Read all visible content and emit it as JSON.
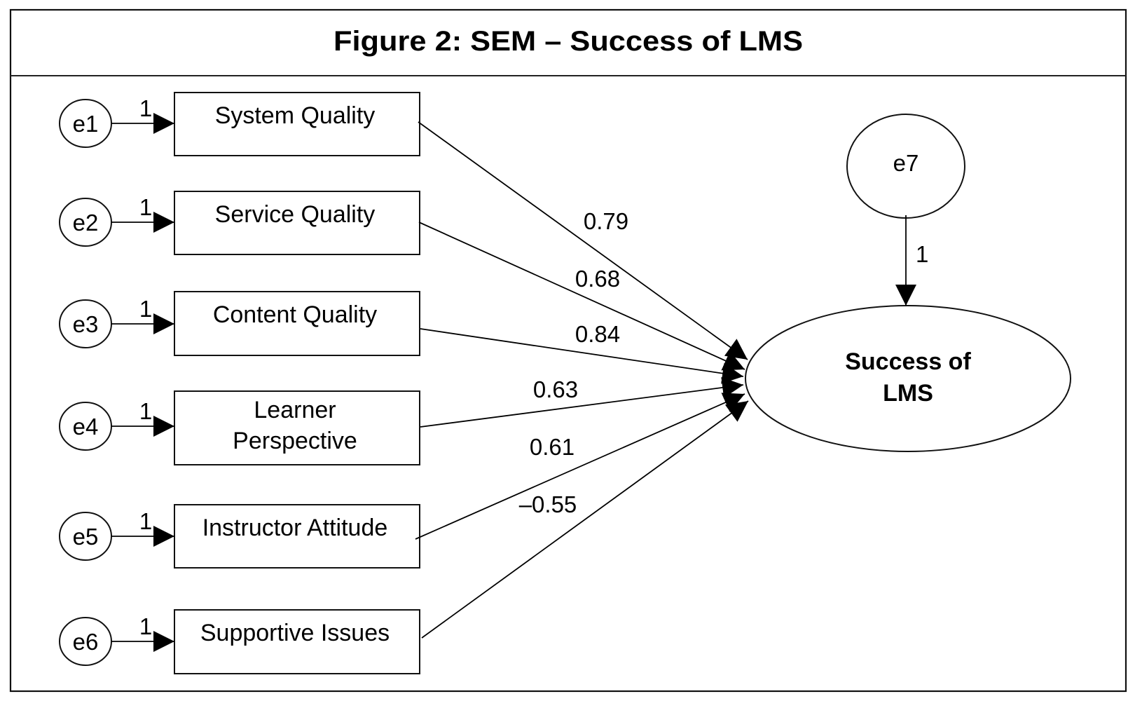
{
  "figure": {
    "title": "Figure 2: SEM – Success of LMS"
  },
  "observed": [
    {
      "id": "system-quality",
      "lines": [
        "System  Quality"
      ],
      "error": "e1",
      "error_weight": "1",
      "coefficient": "0.79"
    },
    {
      "id": "service-quality",
      "lines": [
        "Service  Quality"
      ],
      "error": "e2",
      "error_weight": "1",
      "coefficient": "0.68"
    },
    {
      "id": "content-quality",
      "lines": [
        "Content  Quality"
      ],
      "error": "e3",
      "error_weight": "1",
      "coefficient": "0.84"
    },
    {
      "id": "learner-perspective",
      "lines": [
        "Learner",
        "Perspective"
      ],
      "error": "e4",
      "error_weight": "1",
      "coefficient": "0.63"
    },
    {
      "id": "instructor-attitude",
      "lines": [
        "Instructor Attitude"
      ],
      "error": "e5",
      "error_weight": "1",
      "coefficient": "0.61"
    },
    {
      "id": "supportive-issues",
      "lines": [
        "Supportive  Issues"
      ],
      "error": "e6",
      "error_weight": "1",
      "coefficient": "–0.55"
    }
  ],
  "latent": {
    "lines": [
      "Success  of",
      "LMS"
    ],
    "error": "e7",
    "error_weight": "1"
  }
}
